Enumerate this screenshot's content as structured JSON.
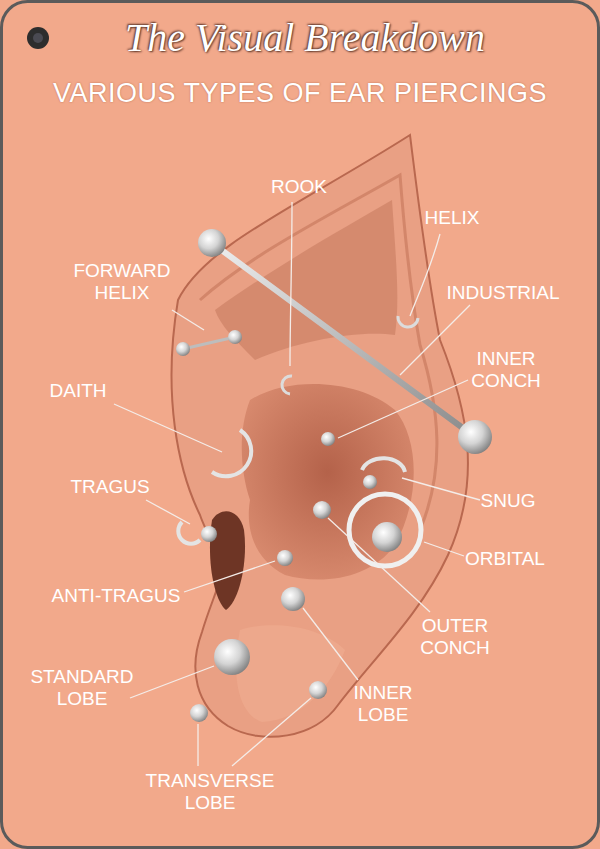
{
  "diagram": {
    "title": "The Visual Breakdown",
    "labels": [
      "VARIOUS TYPES OF EAR PIERCINGS",
      "ROOK",
      "HELIX",
      "FORWARD HELIX",
      "INDUSTRIAL",
      "INNER CONCH",
      "DAITH",
      "TRAGUS",
      "SNUG",
      "ORBITAL",
      "ANTI-TRAGUS",
      "OUTER CONCH",
      "STANDARD LOBE",
      "INNER LOBE",
      "TRANSVERSE LOBE"
    ]
  }
}
